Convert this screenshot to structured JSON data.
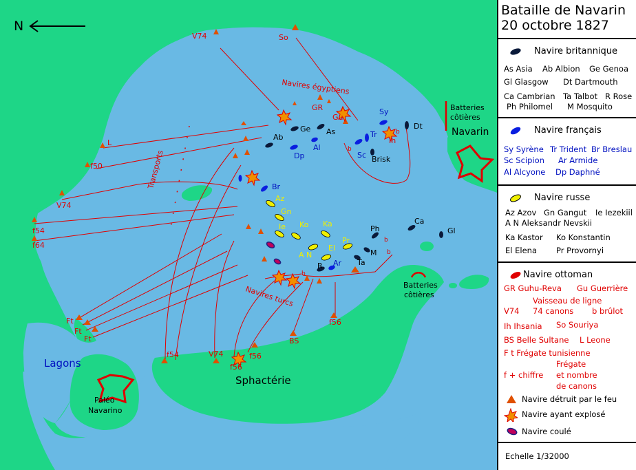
{
  "title_line1": "Bataille de Navarin",
  "title_line2": "20 octobre 1827",
  "legend": {
    "british": {
      "header": "Navire britannique",
      "entries": [
        "As Asia",
        "Ab Albion",
        "Ge Genoa",
        "Gl Glasgow",
        "Dt Dartmouth",
        "Ca Cambrian",
        "Ta Talbot",
        "R Rose",
        "Ph Philomel",
        "M Mosquito"
      ]
    },
    "french": {
      "header": "Navire français",
      "entries": [
        "Sy Syrène",
        "Tr Trident",
        "Br Breslau",
        "Sc Scipion",
        "Ar Armide",
        "Al Alcyone",
        "Dp Daphné"
      ]
    },
    "russian": {
      "header": "Navire russe",
      "entries": [
        "Az Azov",
        "Gn Gangut",
        "Ie Iezekiil",
        "A N Aleksandr Nevskii",
        "Ka Kastor",
        "Ko Konstantin",
        "El Elena",
        "Pr Provornyi"
      ]
    },
    "ottoman": {
      "header": "Navire ottoman",
      "entries": [
        "GR  Guhu-Reva",
        "Gu  Guerrière",
        "Vaisseau de ligne",
        "V74",
        "74 canons",
        "b brûlot",
        "Ih Ihsania",
        "So Souriya",
        "BS Belle Sultane",
        "L Leone",
        "F t Frégate tunisienne",
        "f + chiffre",
        "Frégate",
        "et nombre",
        "de canons"
      ]
    },
    "symbols": [
      "Navire détruit par le feu",
      "Navire ayant explosé",
      "Navire coulé"
    ],
    "scale": "Echelle 1/32000"
  },
  "map": {
    "north": "N",
    "places": [
      "Navarin",
      "Sphactérie",
      "Lagons",
      "Paléo",
      "Navarino",
      "Batteries",
      "côtières",
      "Batteries",
      "côtières"
    ],
    "group_labels": [
      "Navires égyptiens",
      "Navires turcs",
      "Transports"
    ],
    "british_ships": [
      "Ab",
      "Ge",
      "As",
      "Dt",
      "Ph",
      "Ca",
      "Gl",
      "M",
      "Ta",
      "R",
      "Brisk"
    ],
    "french_ships": [
      "Sy",
      "Tr",
      "Sc",
      "Dp",
      "Al",
      "Br",
      "Ar"
    ],
    "russian_ships": [
      "Az",
      "Gn",
      "Ie",
      "Ko",
      "Ka",
      "Pr",
      "El",
      "A N"
    ],
    "ottoman_labels": [
      "V74",
      "So",
      "L",
      "f50",
      "V74",
      "f54",
      "f64",
      "GR",
      "Gu",
      "Ih",
      "b",
      "b",
      "b",
      "b",
      "b",
      "Ft",
      "Ft",
      "Ft",
      "f54",
      "V74",
      "f56",
      "f56",
      "BS",
      "f56"
    ]
  },
  "colors": {
    "sea": "#69b9e4",
    "land": "#1ed687",
    "ottoman": "#e00000",
    "british": "#0a1a3a",
    "french": "#0a1ee0",
    "russian": "#f0f000"
  }
}
